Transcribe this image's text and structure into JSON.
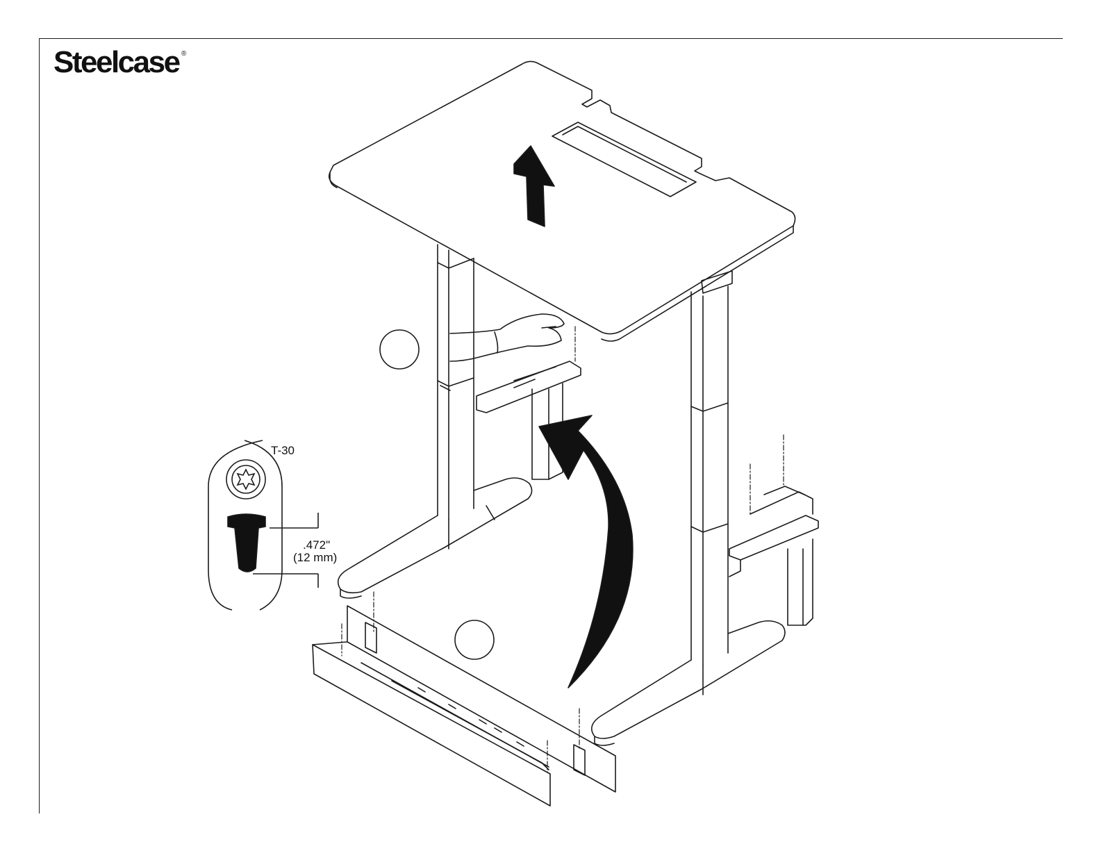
{
  "brand": {
    "name": "Steelcase",
    "registered_mark": "®"
  },
  "callout": {
    "driver": "T-30",
    "length_in": ".472\"",
    "length_mm": "(12 mm)"
  },
  "step_markers": [
    "",
    ""
  ],
  "colors": {
    "line": "#1a1a1a",
    "background": "#ffffff"
  }
}
